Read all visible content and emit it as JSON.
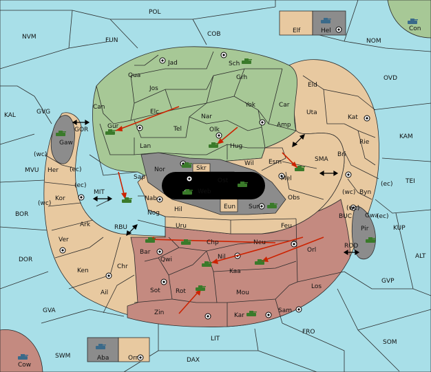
{
  "colors": {
    "sea": "#a8dfe8",
    "green": "#a7c896",
    "tan": "#e8c9a0",
    "red": "#c48a80",
    "gray": "#8c8c8c",
    "black": "#000000",
    "arrow": "#cc2200",
    "unit": "#3a7a2a"
  },
  "legend_boxes": [
    {
      "id": "elf",
      "label": "Elf",
      "color": "tan"
    },
    {
      "id": "hel",
      "label": "Hel",
      "color": "gray"
    },
    {
      "id": "aba",
      "label": "Aba",
      "color": "gray"
    },
    {
      "id": "orn",
      "label": "Orn",
      "color": "tan"
    }
  ],
  "sea_labels": {
    "pol": "POL",
    "cob": "COB",
    "nvm": "NVM",
    "fun": "FUN",
    "nom": "NOM",
    "ovd": "OVD",
    "kal": "KAL",
    "gvg": "GVG",
    "gor": "GOR",
    "mvu": "MVU",
    "mit": "MIT",
    "sma": "SMA",
    "kam": "KAM",
    "tei": "TEI",
    "bor": "BOR",
    "rbu": "RBU",
    "buc": "BUC",
    "kup": "KUP",
    "dor": "DOR",
    "rod": "ROD",
    "alt": "ALT",
    "gvp": "GVP",
    "gva": "GVA",
    "lit": "LIT",
    "fro": "FRO",
    "som": "SOM",
    "swm": "SWM",
    "dax": "DAX"
  },
  "land_labels": {
    "jad": "Jad",
    "sch": "Sch",
    "qua": "Qua",
    "jos": "Jos",
    "grh": "Grh",
    "can": "Can",
    "elc": "Elc",
    "nar": "Nar",
    "yok": "Yok",
    "car": "Car",
    "eld": "Eld",
    "uta": "Uta",
    "kat": "Kat",
    "gur": "Gur",
    "tel": "Tel",
    "olk": "Olk",
    "amp": "Amp",
    "lan": "Lan",
    "hug": "Hug",
    "rie": "Rie",
    "bri": "Bri",
    "gaw": "Gaw",
    "wil": "Wil",
    "esm": "Esm",
    "nor": "Nor",
    "skr": "Skr",
    "ost": "Ost",
    "web": "Web",
    "mel": "Mel",
    "sap": "Sap",
    "her": "Her",
    "byn": "Byn",
    "kor": "Kor",
    "nab": "Nab",
    "eun": "Eun",
    "sun": "Sun",
    "obs": "Obs",
    "hil": "Hil",
    "nog": "Nog",
    "gwa": "Gwa",
    "pir": "Pir",
    "ark": "Ark",
    "uru": "Uru",
    "feu": "Feu",
    "ver": "Ver",
    "bar": "Bar",
    "chp": "Chp",
    "neu": "Neu",
    "orl": "Orl",
    "qwi": "Qwi",
    "nil": "Nil",
    "ken": "Ken",
    "chr": "Chr",
    "kaa": "Kaa",
    "ail": "Ail",
    "sot": "Sot",
    "rot": "Rot",
    "mou": "Mou",
    "los": "Los",
    "zin": "Zin",
    "kar": "Kar",
    "sam": "Sam",
    "con": "Con",
    "cow": "Cow"
  },
  "coast_labels": {
    "wc1": "(wc)",
    "ec1": "(ec)",
    "ec2": "(ec)",
    "wc2": "(wc)",
    "wc3": "(wc)",
    "ec3": "(ec)",
    "wc4": "(wc)",
    "ec4": "(ec)"
  }
}
